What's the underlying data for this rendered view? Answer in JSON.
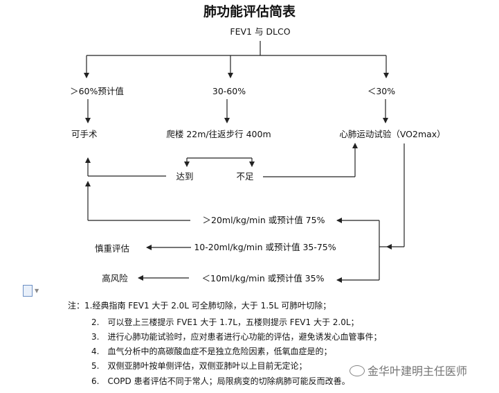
{
  "title": "肺功能评估简表",
  "root": "FEV1 与 DLCO",
  "level1": {
    "left": "＞60%预计值",
    "middle": "30-60%",
    "right": "＜30%"
  },
  "level2": {
    "left": "可手术",
    "middle": "爬楼 22m/往返步行 400m",
    "right": "心肺运动试验（VO2max）"
  },
  "level3": {
    "reach": "达到",
    "insufficient": "不足"
  },
  "vo2": {
    "high": "＞20ml/kg/min 或预计值 75%",
    "mid": "10-20ml/kg/min 或预计值 35-75%",
    "low": "＜10ml/kg/min 或预计值 35%"
  },
  "outcomes": {
    "cautious": "慎重评估",
    "high_risk": "高风险"
  },
  "notes": [
    "注：1.经典指南 FEV1 大于 2.0L 可全肺切除，大于 1.5L 可肺叶切除；",
    "2.　可以登上三楼提示  FVE1  大于  1.7L，五楼则提示  FEV1  大于  2.0L；",
    "3.　进行心肺功能试验时，应对患者进行心功能的评估，避免诱发心血管事件；",
    "4.　血气分析中的高碳酸血症不是独立危险因素，低氧血症是的；",
    "5.　双侧亚肺叶按单侧评估，双侧亚肺叶以上目前无定论；",
    "6.　COPD 患者评估不同于常人；局限病变的切除病肺可能反而改善。"
  ],
  "watermark": "金华叶建明主任医师"
}
